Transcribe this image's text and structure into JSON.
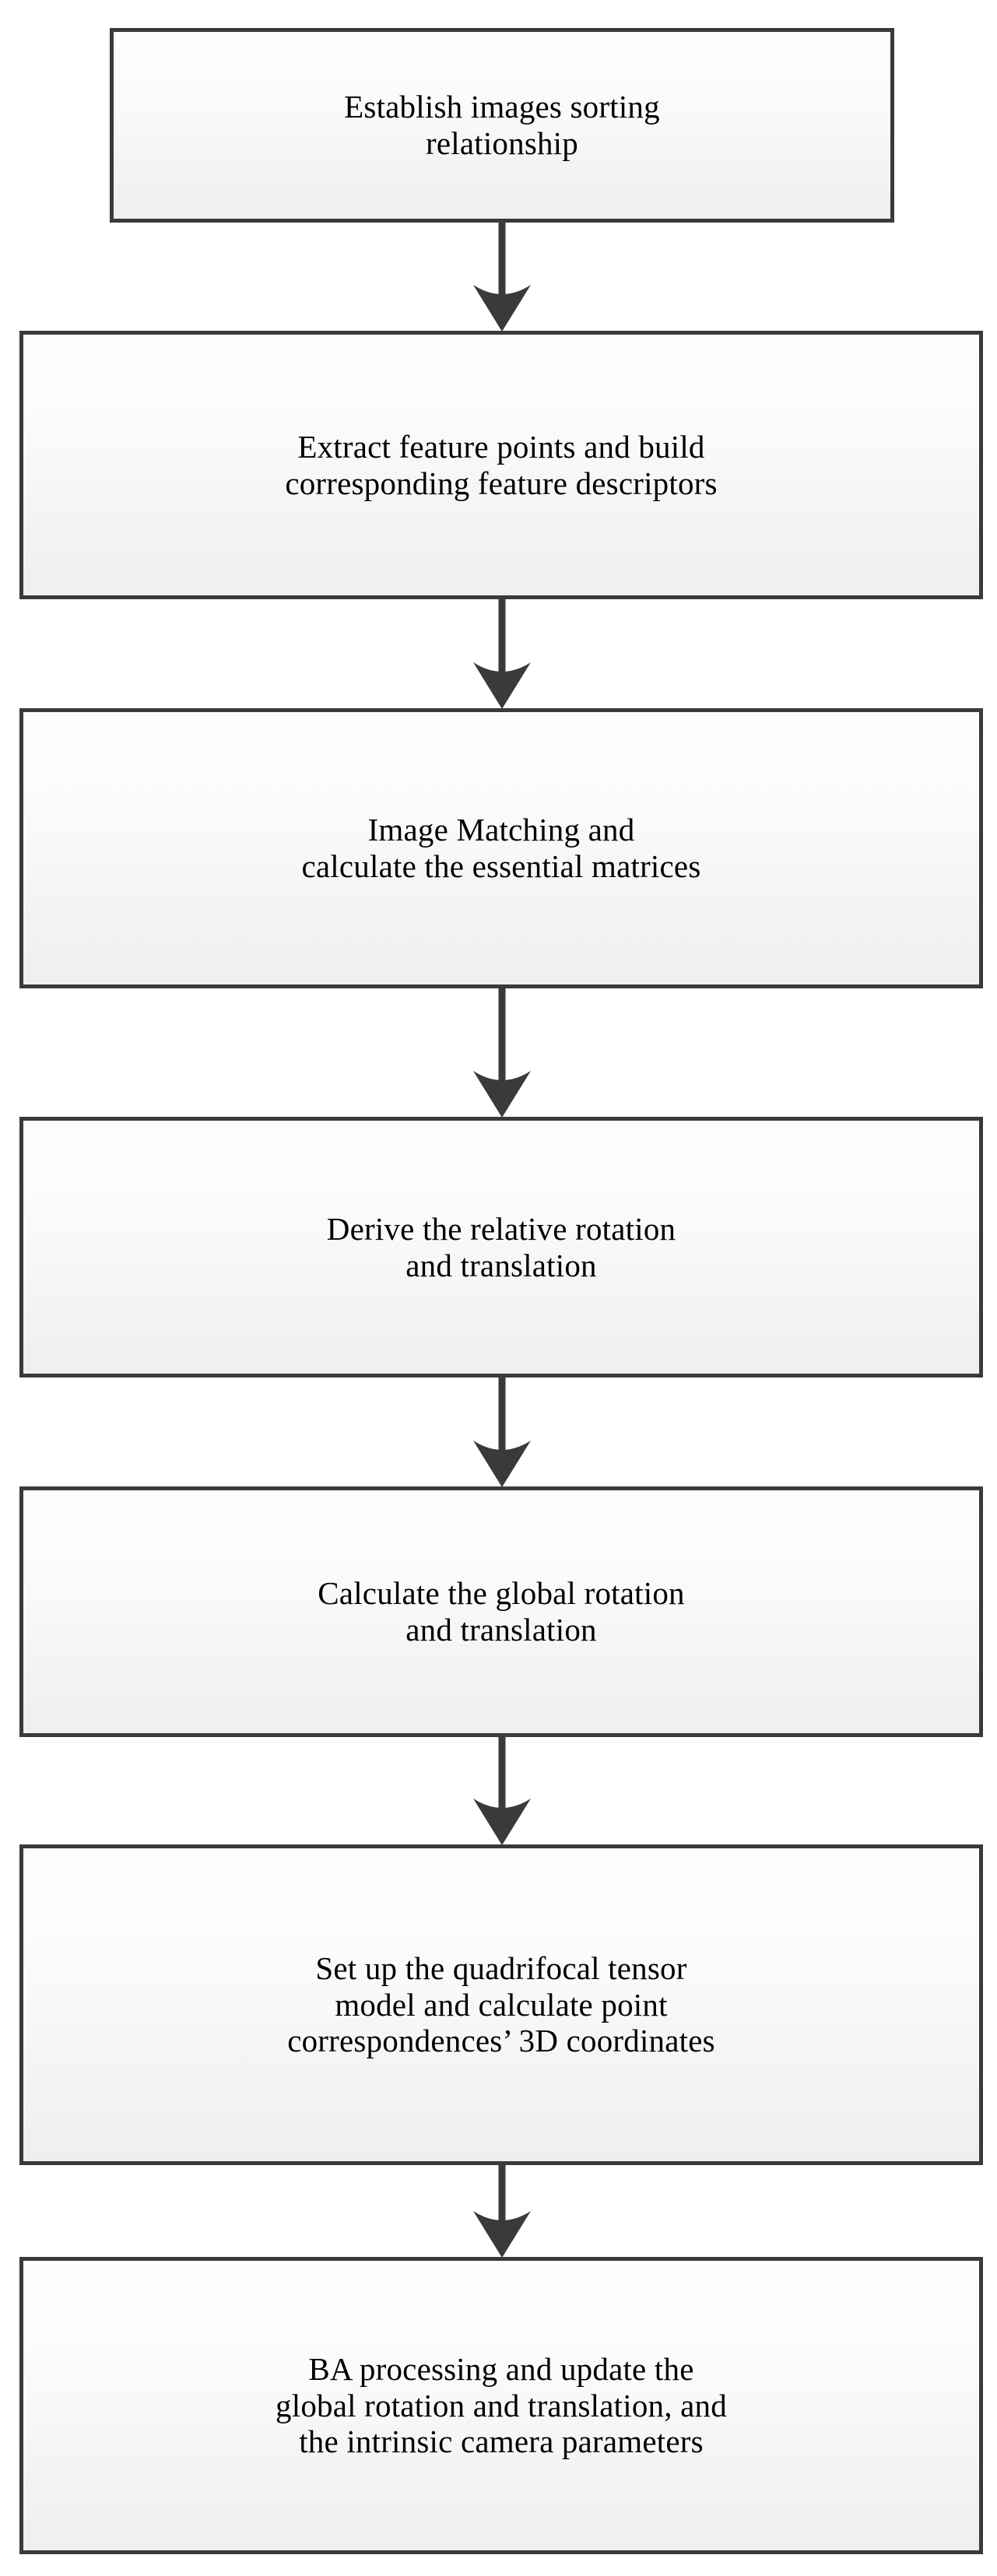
{
  "diagram": {
    "title": "Structure from Motion pipeline flowchart",
    "type": "flowchart",
    "orientation": "top-to-bottom",
    "colors": {
      "node_border": "#3a3a3c",
      "node_fill_top": "#fdfdfd",
      "node_fill_bottom": "#eeeff0",
      "arrow": "#3a3a3c",
      "text": "#000000",
      "background": "#ffffff"
    },
    "nodes": [
      {
        "id": "node-1",
        "label": "Establish images sorting\nrelationship"
      },
      {
        "id": "node-2",
        "label": "Extract feature points and build\ncorresponding feature descriptors"
      },
      {
        "id": "node-3",
        "label": "Image Matching and\ncalculate the essential matrices"
      },
      {
        "id": "node-4",
        "label": "Derive the relative rotation\nand translation"
      },
      {
        "id": "node-5",
        "label": "Calculate the global rotation\nand translation"
      },
      {
        "id": "node-6",
        "label": "Set up the quadrifocal tensor\nmodel and calculate point\ncorrespondences’ 3D  coordinates"
      },
      {
        "id": "node-7",
        "label": "BA processing and update the\nglobal rotation and translation, and\nthe intrinsic camera parameters"
      }
    ],
    "edges": [
      {
        "id": "edge-1-2",
        "from": "node-1",
        "to": "node-2",
        "style": "solid-arrow"
      },
      {
        "id": "edge-2-3",
        "from": "node-2",
        "to": "node-3",
        "style": "solid-arrow"
      },
      {
        "id": "edge-3-4",
        "from": "node-3",
        "to": "node-4",
        "style": "solid-arrow"
      },
      {
        "id": "edge-4-5",
        "from": "node-4",
        "to": "node-5",
        "style": "solid-arrow"
      },
      {
        "id": "edge-5-6",
        "from": "node-5",
        "to": "node-6",
        "style": "solid-arrow"
      },
      {
        "id": "edge-6-7",
        "from": "node-6",
        "to": "node-7",
        "style": "solid-arrow"
      }
    ]
  }
}
